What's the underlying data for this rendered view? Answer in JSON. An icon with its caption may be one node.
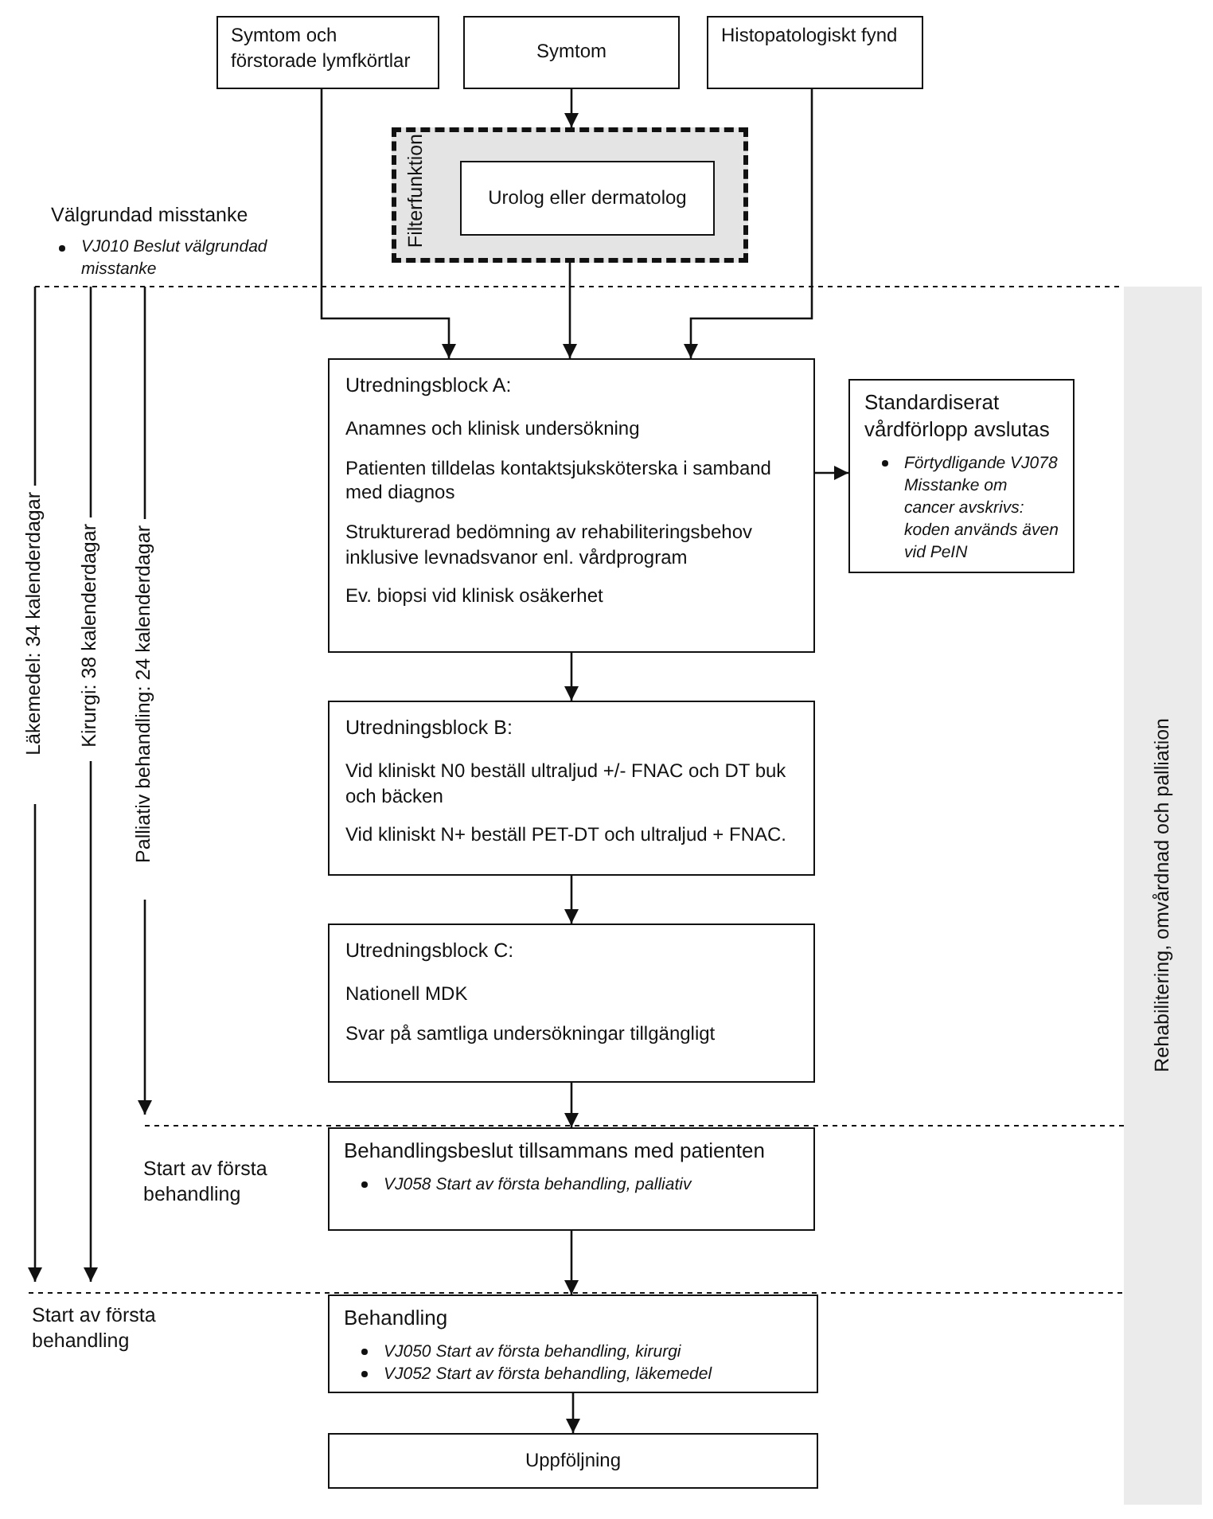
{
  "diagram": {
    "nodes": [
      {
        "text": [
          "Symtom och förstorade lymfkörtlar"
        ]
      },
      {
        "text": [
          "Symtom"
        ]
      },
      {
        "text": [
          "Histopatologiskt fynd"
        ]
      },
      {
        "text": [
          "Filterfunktion"
        ]
      },
      {
        "text": [
          "Urolog eller dermatolog"
        ],
        "in": 3
      },
      {
        "text": [
          "Utredningsblock A:",
          "Anamnes och klinisk undersökning",
          "Patienten tilldelas kontaktsjuksköterska i samband med diagnos",
          "Strukturerad bedömning av rehabiliteringsbehov inklusive levnadsvanor enl. vårdprogram",
          "Ev. biopsi vid klinisk osäkerhet"
        ]
      },
      {
        "text": [
          "Standardiserat vårdförlopp avslutas",
          "Förtydligande VJ078 Misstanke om cancer avskrivs: koden används även vid PeIN"
        ]
      },
      {
        "text": [
          "Utredningsblock B:",
          "Vid kliniskt N0 beställ ultraljud +/- FNAC och DT buk och bäcken",
          "Vid kliniskt N+ beställ PET-DT och ultraljud + FNAC."
        ]
      },
      {
        "text": [
          "Utredningsblock C:",
          "Nationell MDK",
          "Svar på samtliga undersökningar tillgängligt"
        ]
      },
      {
        "text": [
          "Behandlingsbeslut tillsammans med patienten",
          "VJ058 Start av första behandling, palliativ"
        ]
      },
      {
        "text": [
          "Behandling",
          "VJ050 Start av första behandling, kirurgi",
          "VJ052 Start av första behandling, läkemedel"
        ]
      },
      {
        "text": [
          "Uppföljning"
        ]
      },
      {
        "text": [
          "Rehabilitering, omvårdnad och palliation"
        ]
      }
    ],
    "edges": [
      {
        "from": 0,
        "to": 5,
        "arrow": "to"
      },
      {
        "from": 1,
        "to": 3,
        "arrow": "to"
      },
      {
        "from": 3,
        "to": 5,
        "arrow": "to"
      },
      {
        "from": 2,
        "to": 5,
        "arrow": "to"
      },
      {
        "from": 5,
        "to": 6,
        "arrow": "to"
      },
      {
        "from": 5,
        "to": 7,
        "arrow": "to"
      },
      {
        "from": 7,
        "to": 8,
        "arrow": "to"
      },
      {
        "from": 8,
        "to": 9,
        "arrow": "to"
      },
      {
        "from": 9,
        "to": 10,
        "arrow": "to"
      },
      {
        "from": 10,
        "to": 11,
        "arrow": "to"
      }
    ],
    "labels": [
      "Välgrundad misstanke",
      "VJ010 Beslut välgrundad misstanke",
      "Läkemedel: 34 kalenderdagar",
      "Kirurgi: 38 kalenderdagar",
      "Palliativ behandling: 24 kalenderdagar",
      "Start av första behandling",
      "Start av första behandling"
    ]
  }
}
